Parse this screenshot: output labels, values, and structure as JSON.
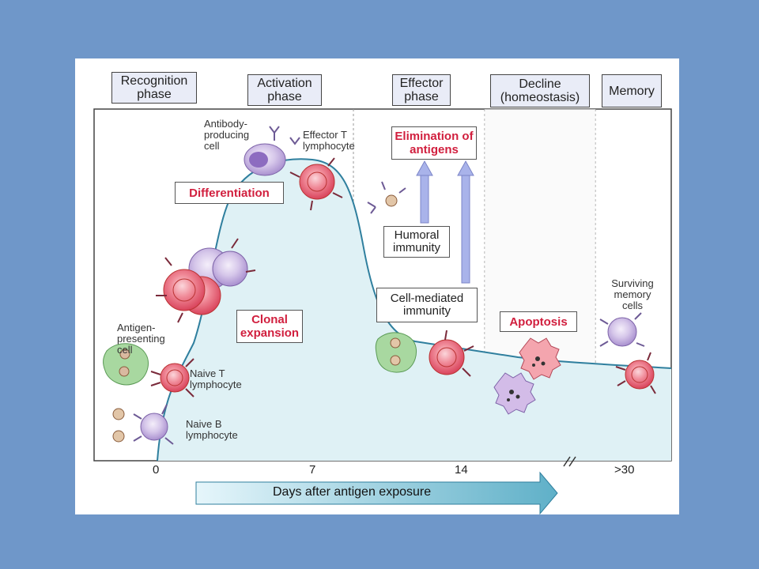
{
  "phases": [
    {
      "id": "recognition",
      "text": "Recognition phase"
    },
    {
      "id": "activation",
      "text": "Activation phase"
    },
    {
      "id": "effector",
      "text": "Effector phase"
    },
    {
      "id": "decline",
      "text": "Decline (homeostasis)"
    },
    {
      "id": "memory",
      "text": "Memory"
    }
  ],
  "events": {
    "differentiation": "Differentiation",
    "clonal_expansion": "Clonal expansion",
    "elimination": "Elimination of antigens",
    "apoptosis": "Apoptosis",
    "humoral": "Humoral immunity",
    "cell_mediated": "Cell-mediated immunity"
  },
  "cells": {
    "antibody_producing": "Antibody-producing cell",
    "effector_t": "Effector T lymphocyte",
    "antigen_presenting": "Antigen-presenting cell",
    "naive_t": "Naive T lymphocyte",
    "naive_b": "Naive B lymphocyte",
    "surviving_memory": "Surviving memory cells"
  },
  "axis": {
    "ticks": [
      "0",
      "7",
      "14",
      ">30"
    ],
    "label": "Days after antigen exposure"
  },
  "colors": {
    "background": "#6f97c9",
    "curve_fill": "#dff1f5",
    "curve_line": "#2f7f9e",
    "red_text": "#d11f3e",
    "t_cell": "#e9667a",
    "b_cell": "#c7b4dd",
    "apc": "#a8d8a0",
    "arrow": "#a9b3ea"
  }
}
